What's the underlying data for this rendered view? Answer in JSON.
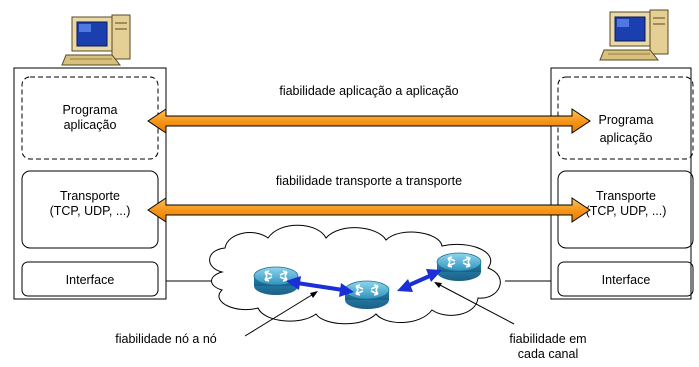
{
  "left_stack": {
    "app_line1": "Programa",
    "app_line2": "aplicação",
    "transport_line1": "Transporte",
    "transport_line2": "(TCP, UDP, ...)",
    "interface": "Interface"
  },
  "right_stack": {
    "app_line1": "Programa",
    "app_line2": "aplicação",
    "transport_line1": "Transporte",
    "transport_line2": "(TCP, UDP, ...)",
    "interface": "Interface"
  },
  "labels": {
    "app_reliability": "fiabilidade aplicação a aplicação",
    "transport_reliability": "fiabilidade transporte a transporte",
    "hop_reliability": "fiabilidade nó a nó",
    "channel_reliability_line1": "fiabilidade em",
    "channel_reliability_line2": "cada canal"
  },
  "icons": [
    "computer-icon",
    "router-icon",
    "cloud-icon"
  ],
  "colors": {
    "orange_arrow": "#f59a1e",
    "blue_arrow": "#1a2fd6",
    "router": "#3aa7c9"
  }
}
